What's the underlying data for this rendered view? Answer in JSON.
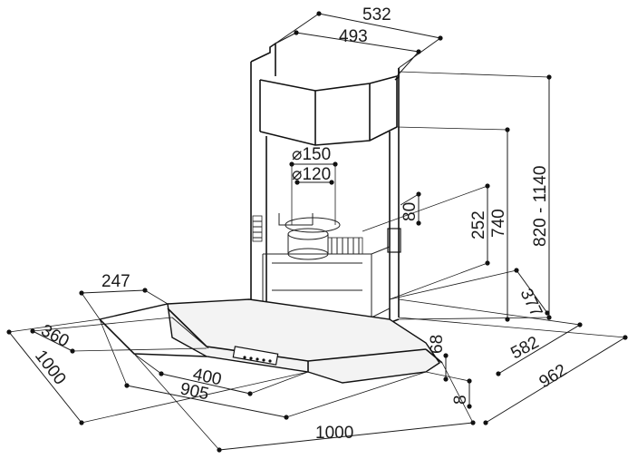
{
  "diagram": {
    "dimensions": {
      "top_outer": "532",
      "top_inner": "493",
      "dia_outer": "⌀150",
      "dia_inner": "⌀120",
      "height_range": "820 - 1140",
      "height_hood": "740",
      "height_chimney_low": "252",
      "small_80": "80",
      "depth_377": "377",
      "side_582": "582",
      "side_962": "962",
      "left_247": "247",
      "left_360": "360",
      "left_1000": "1000",
      "front_400": "400",
      "front_905": "905",
      "front_1000": "1000",
      "thick_68": "68",
      "thick_8": "8"
    }
  }
}
